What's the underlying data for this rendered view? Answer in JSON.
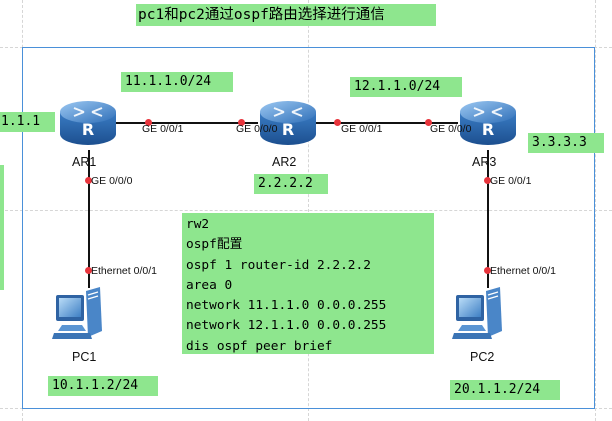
{
  "title": "pc1和pc2通过ospf路由选择进行通信",
  "networks": {
    "net_ar1_ar2": "11.1.1.0/24",
    "net_ar2_ar3": "12.1.1.0/24"
  },
  "router_ids": {
    "ar1": "1.1.1",
    "ar2": "2.2.2.2",
    "ar3": "3.3.3.3"
  },
  "devices": {
    "ar1": "AR1",
    "ar2": "AR2",
    "ar3": "AR3",
    "pc1": "PC1",
    "pc2": "PC2"
  },
  "ports": {
    "ar1_ge001": "GE 0/0/1",
    "ar2_ge000": "GE 0/0/0",
    "ar2_ge001": "GE 0/0/1",
    "ar3_ge000": "GE 0/0/0",
    "ar1_ge000": "GE 0/0/0",
    "ar3_ge001": "GE 0/0/1",
    "pc1_eth": "Ethernet 0/0/1",
    "pc2_eth": "Ethernet 0/0/1"
  },
  "pc_addresses": {
    "pc1": "10.1.1.2/24",
    "pc2": "20.1.1.2/24"
  },
  "config_note": [
    "rw2",
    "ospf配置",
    "ospf 1 router-id 2.2.2.2",
    "area 0",
    "network 11.1.1.0 0.0.0.255",
    "network 12.1.1.0 0.0.0.255",
    "dis ospf peer brief"
  ],
  "colors": {
    "note_bg": "#8ee68e",
    "link_dot": "#e8343c",
    "router_blue": "#2f6fb8",
    "frame": "#4a90d9"
  },
  "icons": {
    "router": "router-icon",
    "pc": "pc-icon"
  }
}
